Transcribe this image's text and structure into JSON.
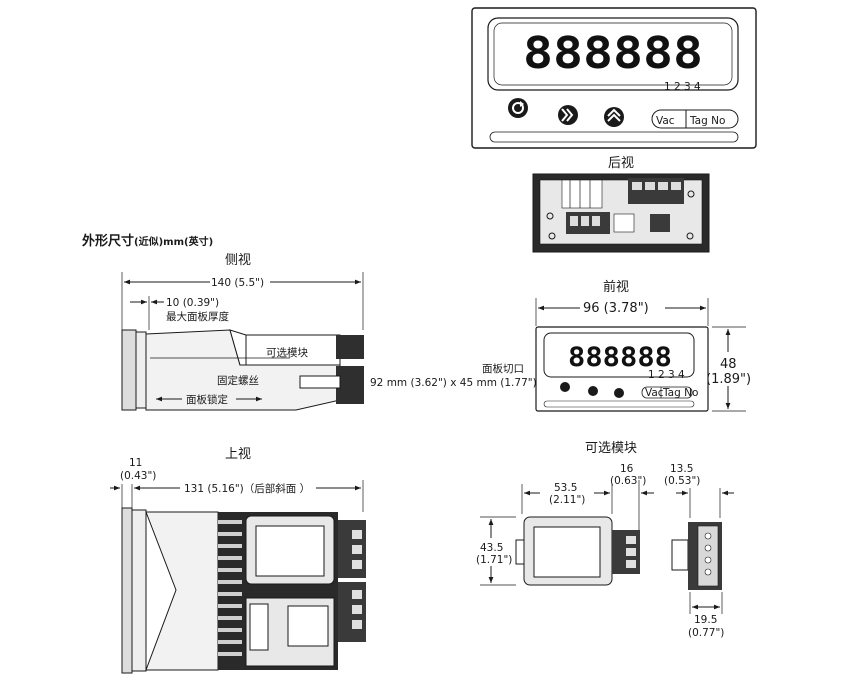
{
  "heading": {
    "main": "外形尺寸",
    "sub": "(近似)mm(英寸)"
  },
  "panel_top": {
    "digits": "888888",
    "channels": "1 2 3 4",
    "vac": "Vac",
    "tag": "Tag No"
  },
  "rear": {
    "title": "后视"
  },
  "side": {
    "title": "侧视",
    "dim_total": "140 (5.5\")",
    "dim_panel": "10 (0.39\")",
    "panel_thickness": "最大面板厚度",
    "optional_module": "可选模块",
    "fixing_screw": "固定螺丝",
    "panel_lock": "面板锁定"
  },
  "front": {
    "title": "前视",
    "width": "96 (3.78\")",
    "height_mm": "48",
    "height_in": "(1.89\")",
    "cutout_label": "面板切口",
    "cutout_size": "92 mm (3.62\") x 45 mm (1.77\")",
    "digits": "888888",
    "channels": "1 2 3 4",
    "vac": "Vac",
    "tag": "Tag No"
  },
  "top": {
    "title": "上视",
    "dim_a_mm": "11",
    "dim_a_in": "(0.43\")",
    "dim_b": "131 (5.16\")（后部斜面 ）"
  },
  "module": {
    "title": "可选模块",
    "w_mm": "53.5",
    "w_in": "(2.11\")",
    "d_mm": "16",
    "d_in": "(0.63\")",
    "h_mm": "43.5",
    "h_in": "(1.71\")",
    "conn_w_mm": "13.5",
    "conn_w_in": "(0.53\")",
    "conn_h_mm": "19.5",
    "conn_h_in": "(0.77\")"
  }
}
